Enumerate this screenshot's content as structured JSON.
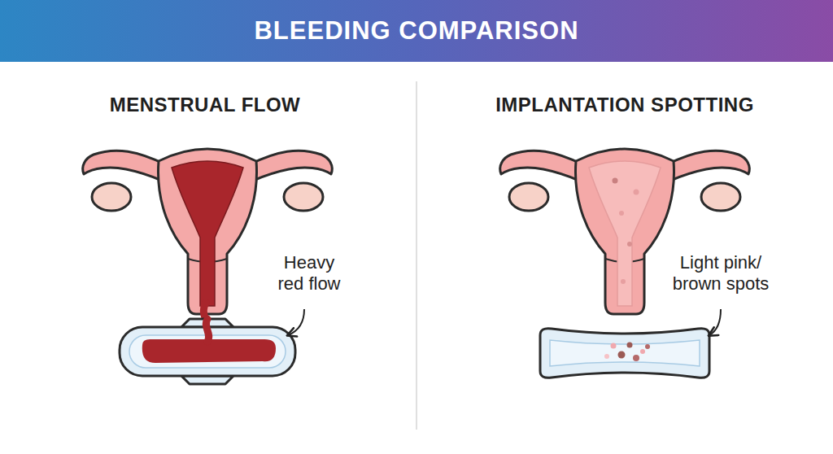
{
  "diagram": {
    "title": "BLEEDING COMPARISON",
    "labels": [
      "MENSTRUAL FLOW",
      "Heavy red flow",
      "IMPLANTATION SPOTTING",
      "Light pink/ brown spots"
    ]
  }
}
